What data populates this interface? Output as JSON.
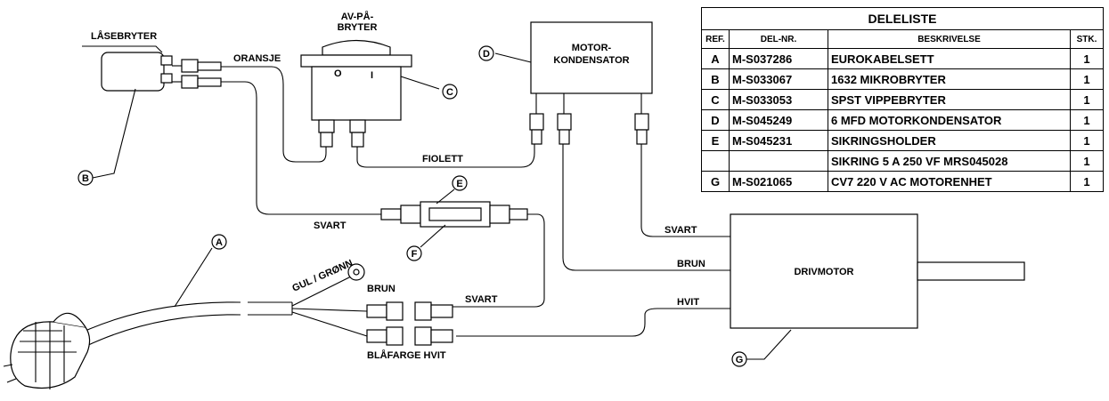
{
  "components": {
    "lasebryter": "LÅSEBRYTER",
    "switch_line1": "AV-PÅ-",
    "switch_line2": "BRYTER",
    "switch_o": "O",
    "switch_i": "I",
    "capacitor_line1": "MOTOR-",
    "capacitor_line2": "KONDENSATOR",
    "motor": "DRIVMOTOR"
  },
  "wires": {
    "oransje": "ORANSJE",
    "fiolett": "FIOLETT",
    "svart_fuse": "SVART",
    "svart_motor": "SVART",
    "brun_motor": "BRUN",
    "hvit_motor": "HVIT",
    "gul_gronn": "GUL / GRØNN",
    "brun_plug": "BRUN",
    "svart_plug": "SVART",
    "blafarge_hvit": "BLÅFARGE HVIT"
  },
  "callouts": {
    "a": "A",
    "b": "B",
    "c": "C",
    "d": "D",
    "e": "E",
    "f": "F",
    "g": "G"
  },
  "parts_list": {
    "title": "DELELISTE",
    "headers": {
      "ref": "REF.",
      "part_no": "DEL-NR.",
      "description": "BESKRIVELSE",
      "qty": "STK."
    },
    "rows": [
      {
        "ref": "A",
        "part_no": "M-S037286",
        "description": "EUROKABELSETT",
        "qty": "1"
      },
      {
        "ref": "B",
        "part_no": "M-S033067",
        "description": "1632 MIKROBRYTER",
        "qty": "1"
      },
      {
        "ref": "C",
        "part_no": "M-S033053",
        "description": "SPST VIPPEBRYTER",
        "qty": "1"
      },
      {
        "ref": "D",
        "part_no": "M-S045249",
        "description": "6 MFD MOTORKONDENSATOR",
        "qty": "1"
      },
      {
        "ref": "E",
        "part_no": "M-S045231",
        "description": "SIKRINGSHOLDER",
        "qty": "1"
      },
      {
        "ref": "",
        "part_no": "",
        "description": "SIKRING 5 A 250 VF MRS045028",
        "qty": "1"
      },
      {
        "ref": "G",
        "part_no": "M-S021065",
        "description": "CV7 220 V AC MOTORENHET",
        "qty": "1"
      }
    ]
  }
}
